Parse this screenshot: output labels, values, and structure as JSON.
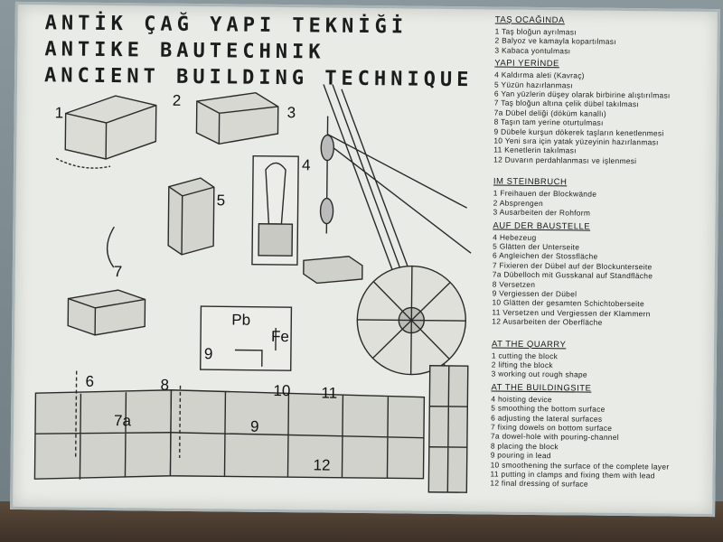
{
  "titles": {
    "turkish": "ANTİK ÇAĞ YAPI TEKNİĞİ",
    "german": "ANTIKE BAUTECHNIK",
    "english": "ANCIENT BUILDING TECHNIQUE"
  },
  "legend": {
    "tr_quarry": {
      "heading": "TAŞ OCAĞINDA",
      "items": [
        "1  Taş bloğun ayrılması",
        "2  Balyoz ve kamayla kopartılması",
        "3  Kabaca yontulması"
      ]
    },
    "tr_site": {
      "heading": "YAPI YERİNDE",
      "items": [
        "4  Kaldırma aleti (Kavraç)",
        "5  Yüzün hazırlanması",
        "6  Yan yüzlerin düşey olarak birbirine alıştırılması",
        "7  Taş bloğun altına çelik dübel takılması",
        "7a Dübel deliği (döküm kanallı)",
        "8  Taşın tam yerine oturtulması",
        "9  Dübele kurşun dökerek taşların kenetlenmesi",
        "10 Yeni sıra için yatak yüzeyinin hazırlanması",
        "11 Kenetlerin takılması",
        "12 Duvarın perdahlanması ve işlenmesi"
      ]
    },
    "de_quarry": {
      "heading": "IM STEINBRUCH",
      "items": [
        "1  Freihauen der Blockwände",
        "2  Absprengen",
        "3  Ausarbeiten der Rohform"
      ]
    },
    "de_site": {
      "heading": "AUF DER BAUSTELLE",
      "items": [
        "4  Hebezeug",
        "5  Glätten der Unterseite",
        "6  Angleichen der Stossfläche",
        "7  Fixieren der Dübel auf der Blockunterseite",
        "7a Dübelloch mit Gusskanal auf Standfläche",
        "8  Versetzen",
        "9  Vergiessen der Dübel",
        "10 Glätten der gesamten Schichtoberseite",
        "11 Versetzen und Vergiessen der Klammern",
        "12 Ausarbeiten der Oberfläche"
      ]
    },
    "en_quarry": {
      "heading": "AT THE QUARRY",
      "items": [
        "1  cutting the block",
        "2  lifting the block",
        "3  working out rough shape"
      ]
    },
    "en_site": {
      "heading": "AT THE BUILDINGSITE",
      "items": [
        "4  hoisting device",
        "5  smoothing the bottom surface",
        "6  adjusting the lateral surfaces",
        "7  fixing dowels on bottom surface",
        "7a dowel-hole with pouring-channel",
        "8  placing the block",
        "9  pouring in lead",
        "10 smoothening the surface of the complete layer",
        "11 putting in clamps and fixing them with lead",
        "12 final dressing of surface"
      ]
    }
  },
  "diagram": {
    "labels": [
      "1",
      "2",
      "3",
      "4",
      "5",
      "7",
      "6",
      "8",
      "7a",
      "9",
      "Pb",
      "Fe",
      "9",
      "10",
      "11",
      "12"
    ]
  }
}
